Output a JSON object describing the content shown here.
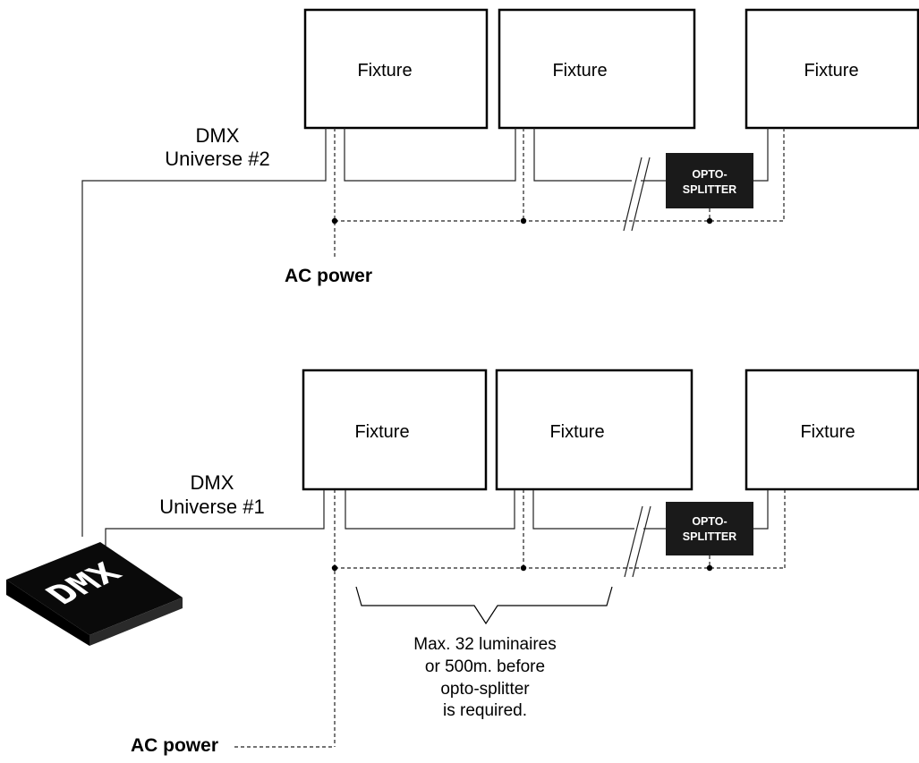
{
  "fixture_label": "Fixture",
  "universe_2": {
    "line1": "DMX",
    "line2": "Universe #2"
  },
  "universe_1": {
    "line1": "DMX",
    "line2": "Universe #1"
  },
  "ac_power_label": "AC power",
  "opto_splitter": {
    "line1": "OPTO-",
    "line2": "SPLITTER"
  },
  "controller_label": "DMX",
  "note": {
    "line1": "Max. 32 luminaires",
    "line2": "or 500m. before",
    "line3": "opto-splitter",
    "line4": "is required."
  }
}
